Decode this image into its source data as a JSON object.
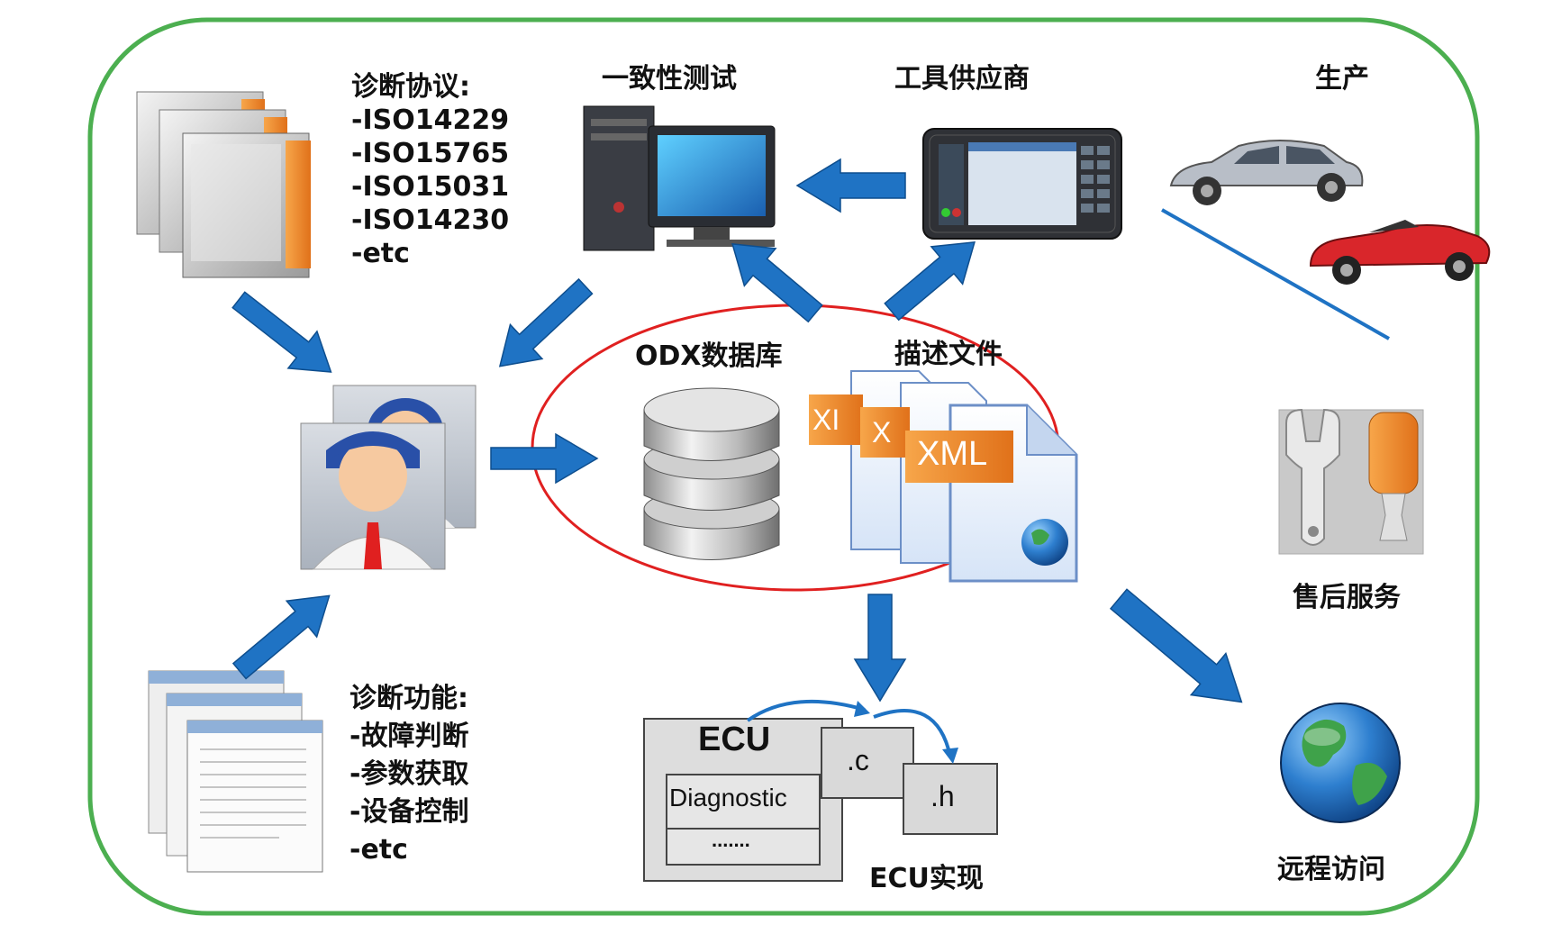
{
  "diagram": {
    "protocols": {
      "heading": "诊断协议:",
      "items": [
        "-ISO14229",
        "-ISO15765",
        "-ISO15031",
        "-ISO14230",
        "-etc"
      ]
    },
    "functions": {
      "heading": "诊断功能:",
      "items": [
        "-故障判断",
        "-参数获取",
        "-设备控制",
        "-etc"
      ]
    },
    "conformance_test": "一致性测试",
    "tool_supplier": "工具供应商",
    "production": "生产",
    "odx_database": "ODX数据库",
    "description_files": "描述文件",
    "xml_tag": "XML",
    "xml_partial_1": "XI",
    "xml_partial_2": "X",
    "aftersales": "售后服务",
    "remote_access": "远程访问",
    "ecu": {
      "title": "ECU",
      "diagnostic": "Diagnostic",
      "dots": ".......",
      "c_file": ".c",
      "h_file": ".h",
      "caption": "ECU实现"
    }
  },
  "colors": {
    "frame": "#4caf50",
    "ellipse": "#e02020",
    "arrow": "#1f73c4",
    "orange": "#f08a24"
  }
}
